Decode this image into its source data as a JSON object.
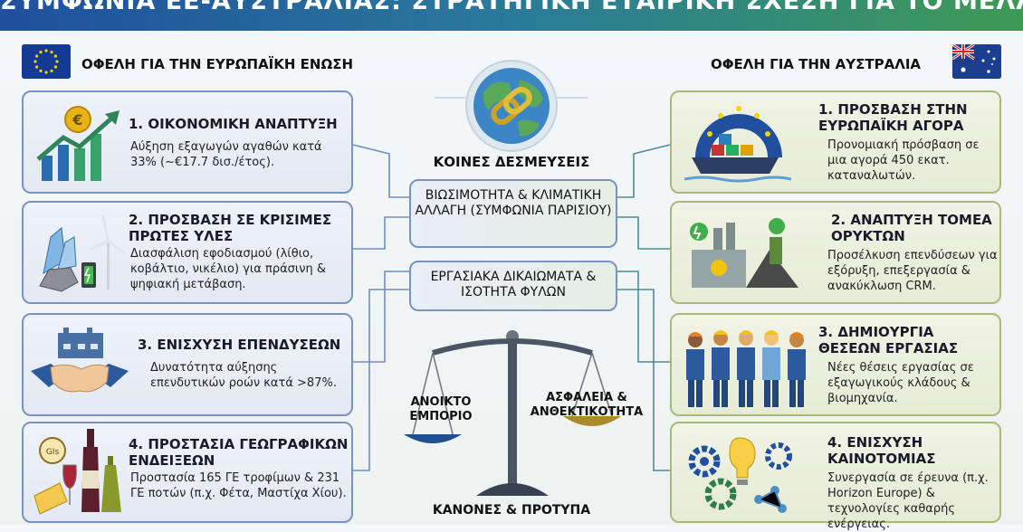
{
  "banner": {
    "title": "ΣΥΜΦΩΝΙΑ ΕΕ-ΑΥΣΤΡΑΛΙΑΣ: ΣΤΡΑΤΗΓΙΚΗ ΕΤΑΙΡΙΚΗ ΣΧΕΣΗ ΓΙΑ ΤΟ ΜΕΛΛΟΝ"
  },
  "left": {
    "heading": "ΟΦΕΛΗ ΓΙΑ ΤΗΝ ΕΥΡΩΠΑΪΚΗ ΕΝΩΣΗ",
    "cards": [
      {
        "title": "1. ΟΙΚΟΝΟΜΙΚΗ ΑΝΑΠΤΥΞΗ",
        "body": "Αύξηση εξαγωγών αγαθών κατά 33% (~€17.7 δισ./έτος)."
      },
      {
        "title": "2. ΠΡΟΣΒΑΣΗ ΣΕ ΚΡΙΣΙΜΕΣ ΠΡΩΤΕΣ ΥΛΕΣ",
        "body": "Διασφάλιση εφοδιασμού (λίθιο, κοβάλτιο, νικέλιο) για πράσινη & ψηφιακή μετάβαση."
      },
      {
        "title": "3. ΕΝΙΣΧΥΣΗ ΕΠΕΝΔΥΣΕΩΝ",
        "body": "Δυνατότητα αύξησης επενδυτικών ροών κατά >87%."
      },
      {
        "title": "4. ΠΡΟΣΤΑΣΙΑ ΓΕΩΓΡΑΦΙΚΩΝ ΕΝΔΕΙΞΕΩΝ",
        "body": "Προστασία 165 ΓΕ τροφίμων & 231 ΓΕ ποτών (π.χ. Φέτα, Μαστίχα Χίου)."
      }
    ]
  },
  "right": {
    "heading": "ΟΦΕΛΗ ΓΙΑ ΤΗΝ ΑΥΣΤΡΑΛΙΑ",
    "cards": [
      {
        "title": "1. ΠΡΟΣΒΑΣΗ ΣΤΗΝ ΕΥΡΩΠΑΪΚΗ ΑΓΟΡΑ",
        "body": "Προνομιακή πρόσβαση σε μια αγορά 450 εκατ. καταναλωτών."
      },
      {
        "title": "2. ΑΝΑΠΤΥΞΗ ΤΟΜΕΑ ΟΡΥΚΤΩΝ",
        "body": "Προσέλκυση επενδύσεων για εξόρυξη, επεξεργασία & ανακύκλωση CRM."
      },
      {
        "title": "3. ΔΗΜΙΟΥΡΓΙΑ ΘΕΣΕΩΝ ΕΡΓΑΣΙΑΣ",
        "body": "Νέες θέσεις εργασίας σε εξαγωγικούς κλάδους & βιομηχανία."
      },
      {
        "title": "4. ΕΝΙΣΧΥΣΗ ΚΑΙΝΟΤΟΜΙΑΣ",
        "body": "Συνεργασία σε έρευνα (π.χ. Horizon Europe) & τεχνολογίες καθαρής ενέργειας."
      }
    ]
  },
  "center": {
    "heading": "ΚΟΙΝΕΣ ΔΕΣΜΕΥΣΕΙΣ",
    "commitments": [
      "ΒΙΩΣΙΜΟΤΗΤΑ & ΚΛΙΜΑΤΙΚΗ ΑΛΛΑΓΗ (ΣΥΜΦΩΝΙΑ ΠΑΡΙΣΙΟΥ)",
      "ΕΡΓΑΣΙΑΚΑ ΔΙΚΑΙΩΜΑΤΑ & ΙΣΟΤΗΤΑ ΦΥΛΩΝ"
    ],
    "scale_left": "ΑΝΟΙΚΤΟ ΕΜΠΟΡΙΟ",
    "scale_right": "ΑΣΦΑΛΕΙΑ & ΑΝΘΕΚΤΙΚΟΤΗΤΑ",
    "bottom": "ΚΑΝΟΝΕΣ & ΠΡΟΤΥΠΑ",
    "icon_text": "GIs"
  },
  "colors": {
    "eu_blue": "#143b94",
    "green": "#3d9a55",
    "card_border_left": "#7a93bd",
    "card_border_right": "#a9b97a"
  }
}
